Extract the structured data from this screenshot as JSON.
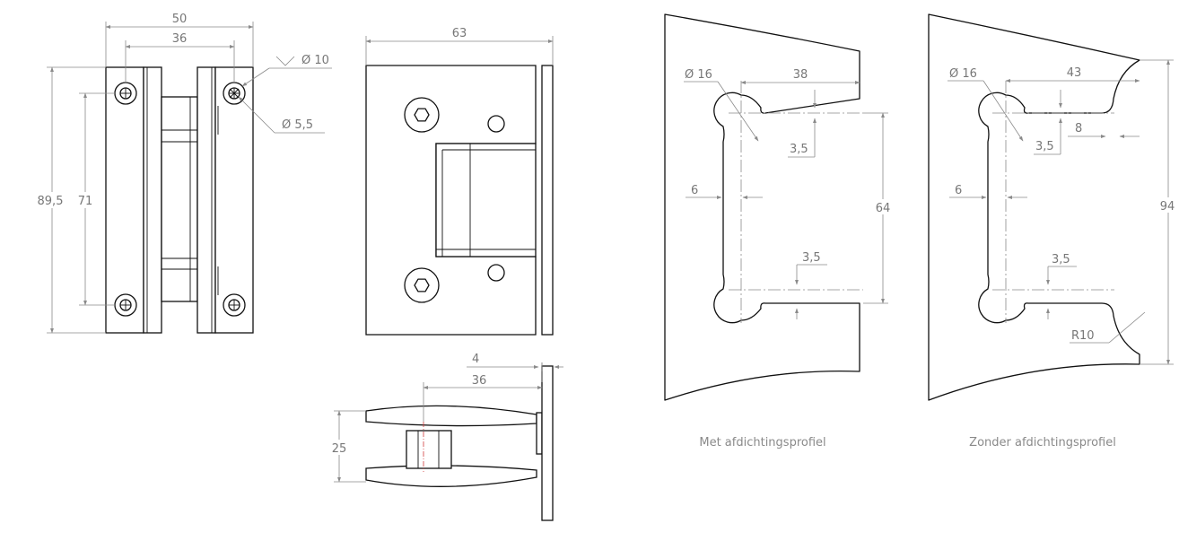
{
  "dims": {
    "front_total_width": "50",
    "front_hole_spacing": "36",
    "front_height": "89,5",
    "front_hole_vertical": "71",
    "hole_counterbore": "Ø 10",
    "hole_diameter": "Ø 5,5",
    "side_width": "63",
    "bottom_offset": "4",
    "bottom_width": "36",
    "bottom_height": "25",
    "cut1_diameter": "Ø 16",
    "cut1_depth": "38",
    "cut1_top_gap": "3,5",
    "cut1_left": "6",
    "cut1_height": "64",
    "cut1_bottom_gap": "3,5",
    "cut2_diameter": "Ø 16",
    "cut2_depth": "43",
    "cut2_notch": "8",
    "cut2_top_gap": "3,5",
    "cut2_left": "6",
    "cut2_height": "94",
    "cut2_bottom_gap": "3,5",
    "cut2_radius": "R10"
  },
  "captions": {
    "with_seal": "Met afdichtingsprofiel",
    "without_seal": "Zonder afdichtingsprofiel"
  },
  "colors": {
    "line": "#111111",
    "dimension": "#8a8a8a",
    "centerline_red": "#d23a3a"
  }
}
